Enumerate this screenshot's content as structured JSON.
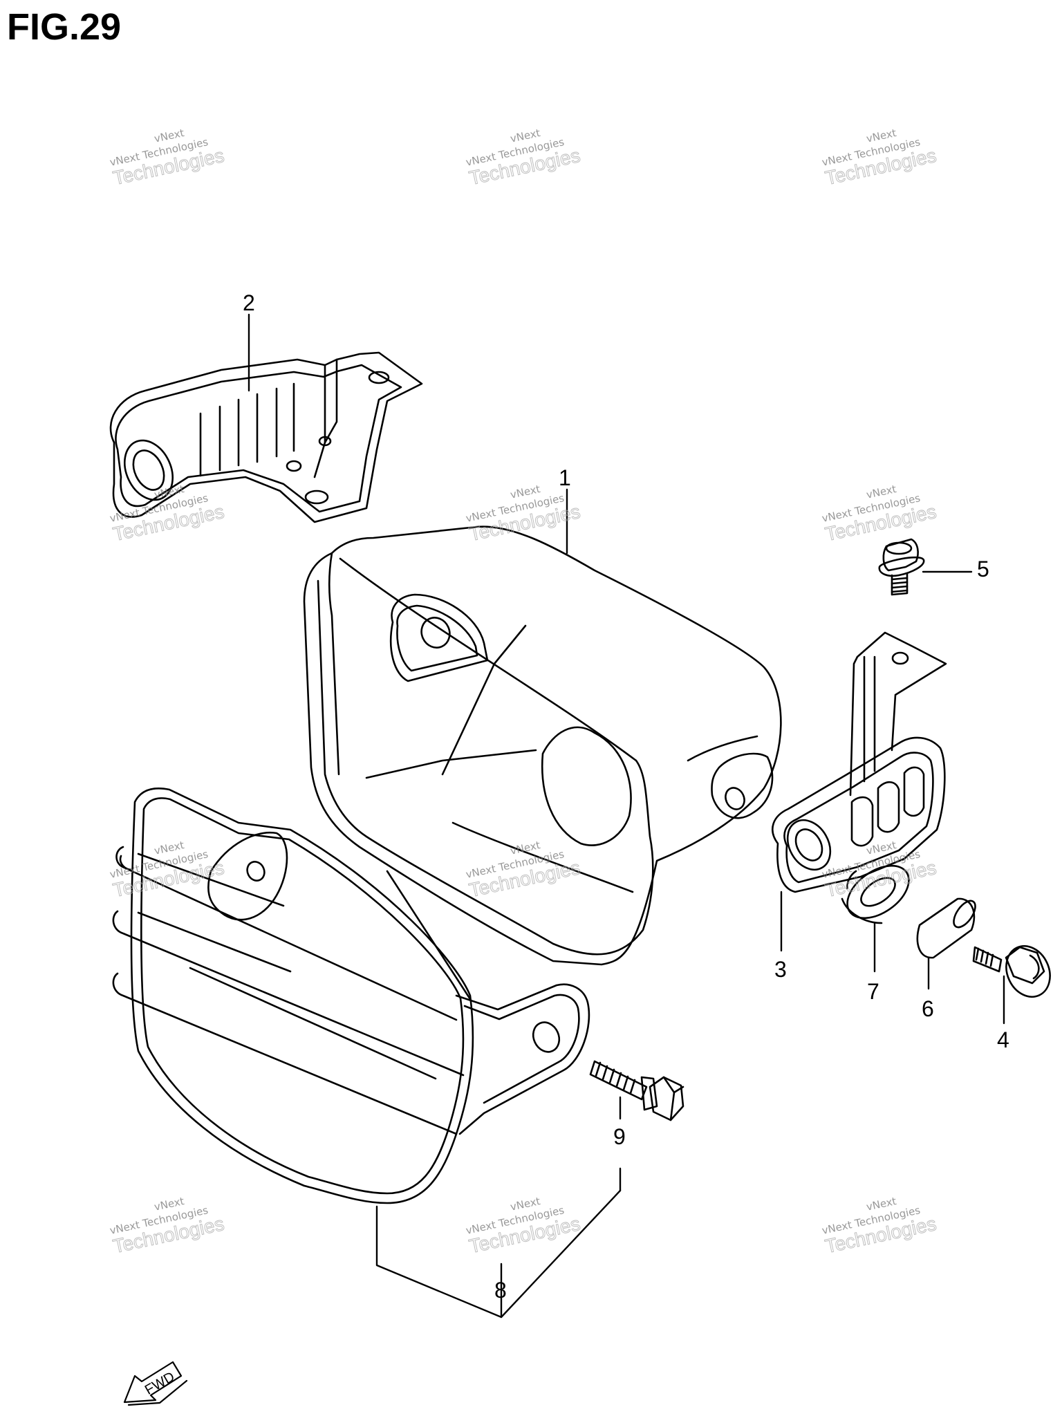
{
  "figure": {
    "title": "FIG.29"
  },
  "callouts": [
    "1",
    "2",
    "3",
    "4",
    "5",
    "6",
    "7",
    "8",
    "9"
  ],
  "watermark": {
    "line1": "vNext",
    "line2": "Technologies",
    "full": "vNext Technologies"
  },
  "direction_marker": {
    "label": "FWD"
  },
  "colors": {
    "ink": "#000000",
    "watermark": "#888888",
    "background": "#ffffff"
  }
}
